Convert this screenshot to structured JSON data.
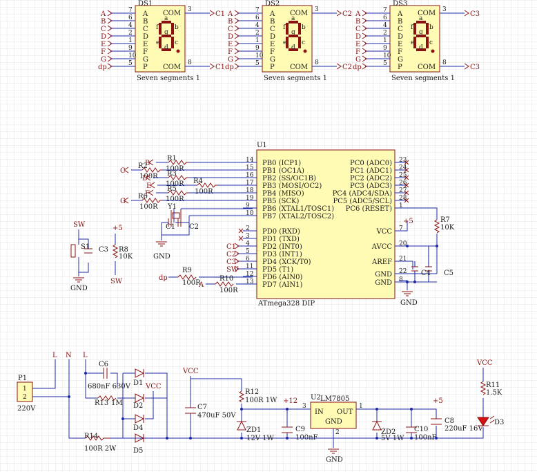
{
  "displays": [
    {
      "designator": "DS1",
      "value": "Seven segments 1",
      "com_net": "C1",
      "com_pin_top": "3",
      "com_pin_bot": "8",
      "com_label": "COM"
    },
    {
      "designator": "DS2",
      "value": "Seven segments 1",
      "com_net": "C2",
      "com_pin_top": "3",
      "com_pin_bot": "8",
      "com_label": "COM"
    },
    {
      "designator": "DS3",
      "value": "Seven segments 1",
      "com_net": "C3",
      "com_pin_top": "3",
      "com_pin_bot": "8",
      "com_label": "COM"
    }
  ],
  "segment_pins": [
    {
      "net": "A",
      "pin": "7",
      "name": "A"
    },
    {
      "net": "B",
      "pin": "6",
      "name": "B"
    },
    {
      "net": "C",
      "pin": "4",
      "name": "C"
    },
    {
      "net": "D",
      "pin": "2",
      "name": "D"
    },
    {
      "net": "E",
      "pin": "1",
      "name": "E"
    },
    {
      "net": "F",
      "pin": "9",
      "name": "F"
    },
    {
      "net": "G",
      "pin": "10",
      "name": "G"
    },
    {
      "net": "dp",
      "pin": "5",
      "name": "P"
    }
  ],
  "segment_letters": [
    "a",
    "b",
    "c",
    "d",
    "e",
    "f",
    "g"
  ],
  "mcu": {
    "designator": "U1",
    "value": "ATmega328 DIP",
    "left_pins": [
      {
        "name": "PB0 (ICP1)",
        "num": "14"
      },
      {
        "name": "PB1 (OC1A)",
        "num": "15"
      },
      {
        "name": "PB2 (SS/OC1B)",
        "num": "16"
      },
      {
        "name": "PB3 (MOSI/OC2)",
        "num": "17"
      },
      {
        "name": "PB4 (MISO)",
        "num": "18"
      },
      {
        "name": "PB5 (SCK)",
        "num": "19"
      },
      {
        "name": "PB6 (XTAL1/TOSC1)",
        "num": "9"
      },
      {
        "name": "PB7 (XTAL2/TOSC2)",
        "num": "10"
      },
      {
        "name": "PD0 (RXD)",
        "num": "2"
      },
      {
        "name": "PD1 (TXD)",
        "num": "3"
      },
      {
        "name": "PD2 (INT0)",
        "num": "4"
      },
      {
        "name": "PD3 (INT1)",
        "num": "5"
      },
      {
        "name": "PD4 (XCK/T0)",
        "num": "6"
      },
      {
        "name": "PD5 (T1)",
        "num": "11"
      },
      {
        "name": "PD6 (AIN0)",
        "num": "12"
      },
      {
        "name": "PD7 (AIN1)",
        "num": "13"
      }
    ],
    "right_pins": [
      {
        "name": "PC0 (ADC0)",
        "num": "23"
      },
      {
        "name": "PC1 (ADC1)",
        "num": "24"
      },
      {
        "name": "PC2 (ADC2)",
        "num": "25"
      },
      {
        "name": "PC3 (ADC3)",
        "num": "26"
      },
      {
        "name": "PC4 (ADC4/SDA)",
        "num": "27"
      },
      {
        "name": "PC5 (ADC5/SCL)",
        "num": "28"
      },
      {
        "name": "PC6 (RESET)",
        "num": "1"
      },
      {
        "name": "VCC",
        "num": "7"
      },
      {
        "name": "AVCC",
        "num": "20"
      },
      {
        "name": "AREF",
        "num": "21"
      },
      {
        "name": "GND",
        "num": "22"
      },
      {
        "name": "GND",
        "num": "8"
      }
    ]
  },
  "resistors_seg": [
    {
      "net": "B",
      "des": "R1",
      "val": "100R"
    },
    {
      "net": "C",
      "des": "R2",
      "val": "100R"
    },
    {
      "net": "D",
      "des": "R3",
      "val": "100R"
    },
    {
      "net": "E",
      "des": "R4",
      "val": "100R"
    },
    {
      "net": "F",
      "des": "R5",
      "val": "100R"
    },
    {
      "net": "G",
      "des": "R6",
      "val": "100R"
    }
  ],
  "xtal": {
    "des": "Y1",
    "c1": "C1",
    "c2": "C2"
  },
  "pd_nets": [
    "C1",
    "C2",
    "C3",
    "SW"
  ],
  "r9": {
    "des": "R9",
    "val": "100R",
    "net": "dp"
  },
  "r10": {
    "des": "R10",
    "val": "100R",
    "net": "A"
  },
  "right_parts": {
    "r7": "R7",
    "r7v": "10K",
    "plus5": "+5",
    "c4": "C4",
    "c5": "C5",
    "gnd": "GND"
  },
  "switch_block": {
    "sw_net": "SW",
    "s1": "S1",
    "c3": "C3",
    "gnd": "GND",
    "r8": "R8",
    "r8v": "10K",
    "plus5": "+5",
    "sw_out": "SW"
  },
  "power": {
    "p1": "P1",
    "p1_val": "220V",
    "pin1": "1",
    "pin2": "2",
    "L1": "L",
    "N": "N",
    "L2": "L",
    "c6": "C6",
    "c6v": "680nF 630V",
    "r13": "R13",
    "r13v": "1M",
    "d1": "D1",
    "d2": "D2",
    "d4": "D4",
    "d5": "D5",
    "vcc1": "VCC",
    "vcc2": "VCC",
    "vcc3": "VCC",
    "r14": "R14",
    "r14v": "100R 2W",
    "c7": "C7",
    "c7v": "470uF 50V",
    "r12": "R12",
    "r12v": "100R 1W",
    "zd1": "ZD1",
    "zd1v": "12V 1W",
    "plus12": "+12",
    "c9": "C9",
    "c9v": "100nF",
    "u2": "U2",
    "u2v": "LM7805",
    "in": "IN",
    "out": "OUT",
    "gnd": "GND",
    "pin_in": "3",
    "pin_out": "1",
    "pin_gnd": "2",
    "zd2": "ZD2",
    "zd2v": "5V 1W",
    "c10": "C10",
    "c10v": "100nF",
    "plus5": "+5",
    "c8": "C8",
    "c8v": "220uF 16V",
    "r11": "R11",
    "r11v": "1.5K",
    "d3": "D3",
    "gnd_label": "GND"
  }
}
